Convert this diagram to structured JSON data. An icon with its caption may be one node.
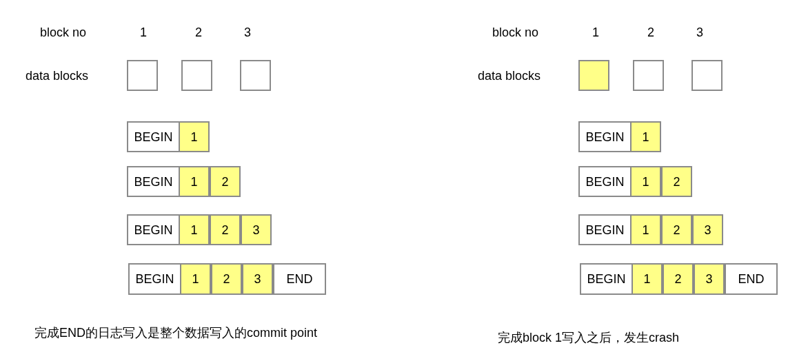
{
  "diagram": {
    "nodes": [
      {
        "text": [],
        "shape": "box"
      },
      {
        "text": [],
        "shape": "box"
      },
      {
        "text": [],
        "shape": "box"
      },
      {
        "text": [
          "BEGIN"
        ]
      },
      {
        "text": [
          "1"
        ]
      },
      {
        "text": [
          "BEGIN"
        ]
      },
      {
        "text": [
          "1"
        ]
      },
      {
        "text": [
          "2"
        ]
      },
      {
        "text": [
          "BEGIN"
        ]
      },
      {
        "text": [
          "1"
        ]
      },
      {
        "text": [
          "2"
        ]
      },
      {
        "text": [
          "3"
        ]
      },
      {
        "text": [
          "BEGIN"
        ]
      },
      {
        "text": [
          "1"
        ]
      },
      {
        "text": [
          "2"
        ]
      },
      {
        "text": [
          "3"
        ]
      },
      {
        "text": [
          "END"
        ]
      },
      {
        "text": [],
        "shape": "box"
      },
      {
        "text": [],
        "shape": "box"
      },
      {
        "text": [],
        "shape": "box"
      },
      {
        "text": [
          "BEGIN"
        ]
      },
      {
        "text": [
          "1"
        ]
      },
      {
        "text": [
          "BEGIN"
        ]
      },
      {
        "text": [
          "1"
        ]
      },
      {
        "text": [
          "2"
        ]
      },
      {
        "text": [
          "BEGIN"
        ]
      },
      {
        "text": [
          "1"
        ]
      },
      {
        "text": [
          "2"
        ]
      },
      {
        "text": [
          "3"
        ]
      },
      {
        "text": [
          "BEGIN"
        ]
      },
      {
        "text": [
          "1"
        ]
      },
      {
        "text": [
          "2"
        ]
      },
      {
        "text": [
          "3"
        ]
      },
      {
        "text": [
          "END"
        ]
      }
    ],
    "labels": [
      "block no",
      "1",
      "2",
      "3",
      "data blocks",
      "完成END的日志写入是整个数据写入的commit point",
      "block no",
      "1",
      "2",
      "3",
      "data blocks",
      "完成block 1写入之后，发生crash"
    ]
  }
}
